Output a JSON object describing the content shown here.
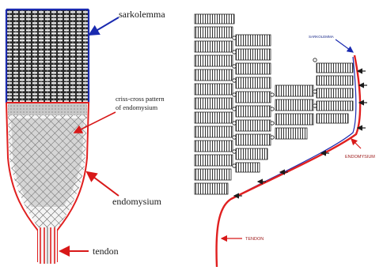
{
  "left_figure": {
    "labels": {
      "sarkolemma": "sarkolemma",
      "criss_cross_line1": "criss-cross pattern",
      "criss_cross_line2": "of endomysium",
      "endomysium": "endomysium",
      "tendon": "tendon"
    }
  },
  "right_figure": {
    "labels": {
      "sarkolemma": "SARKOLEMMA",
      "endomysium": "ENDOMYSIUM",
      "tendon": "TENDON"
    }
  },
  "colors": {
    "sarcolemma": "#1a2ab0",
    "endomysium": "#e02020",
    "arrow_red": "#d81818",
    "arrow_blue": "#1a2ab0",
    "fiber_dark": "#1c1c1c"
  }
}
